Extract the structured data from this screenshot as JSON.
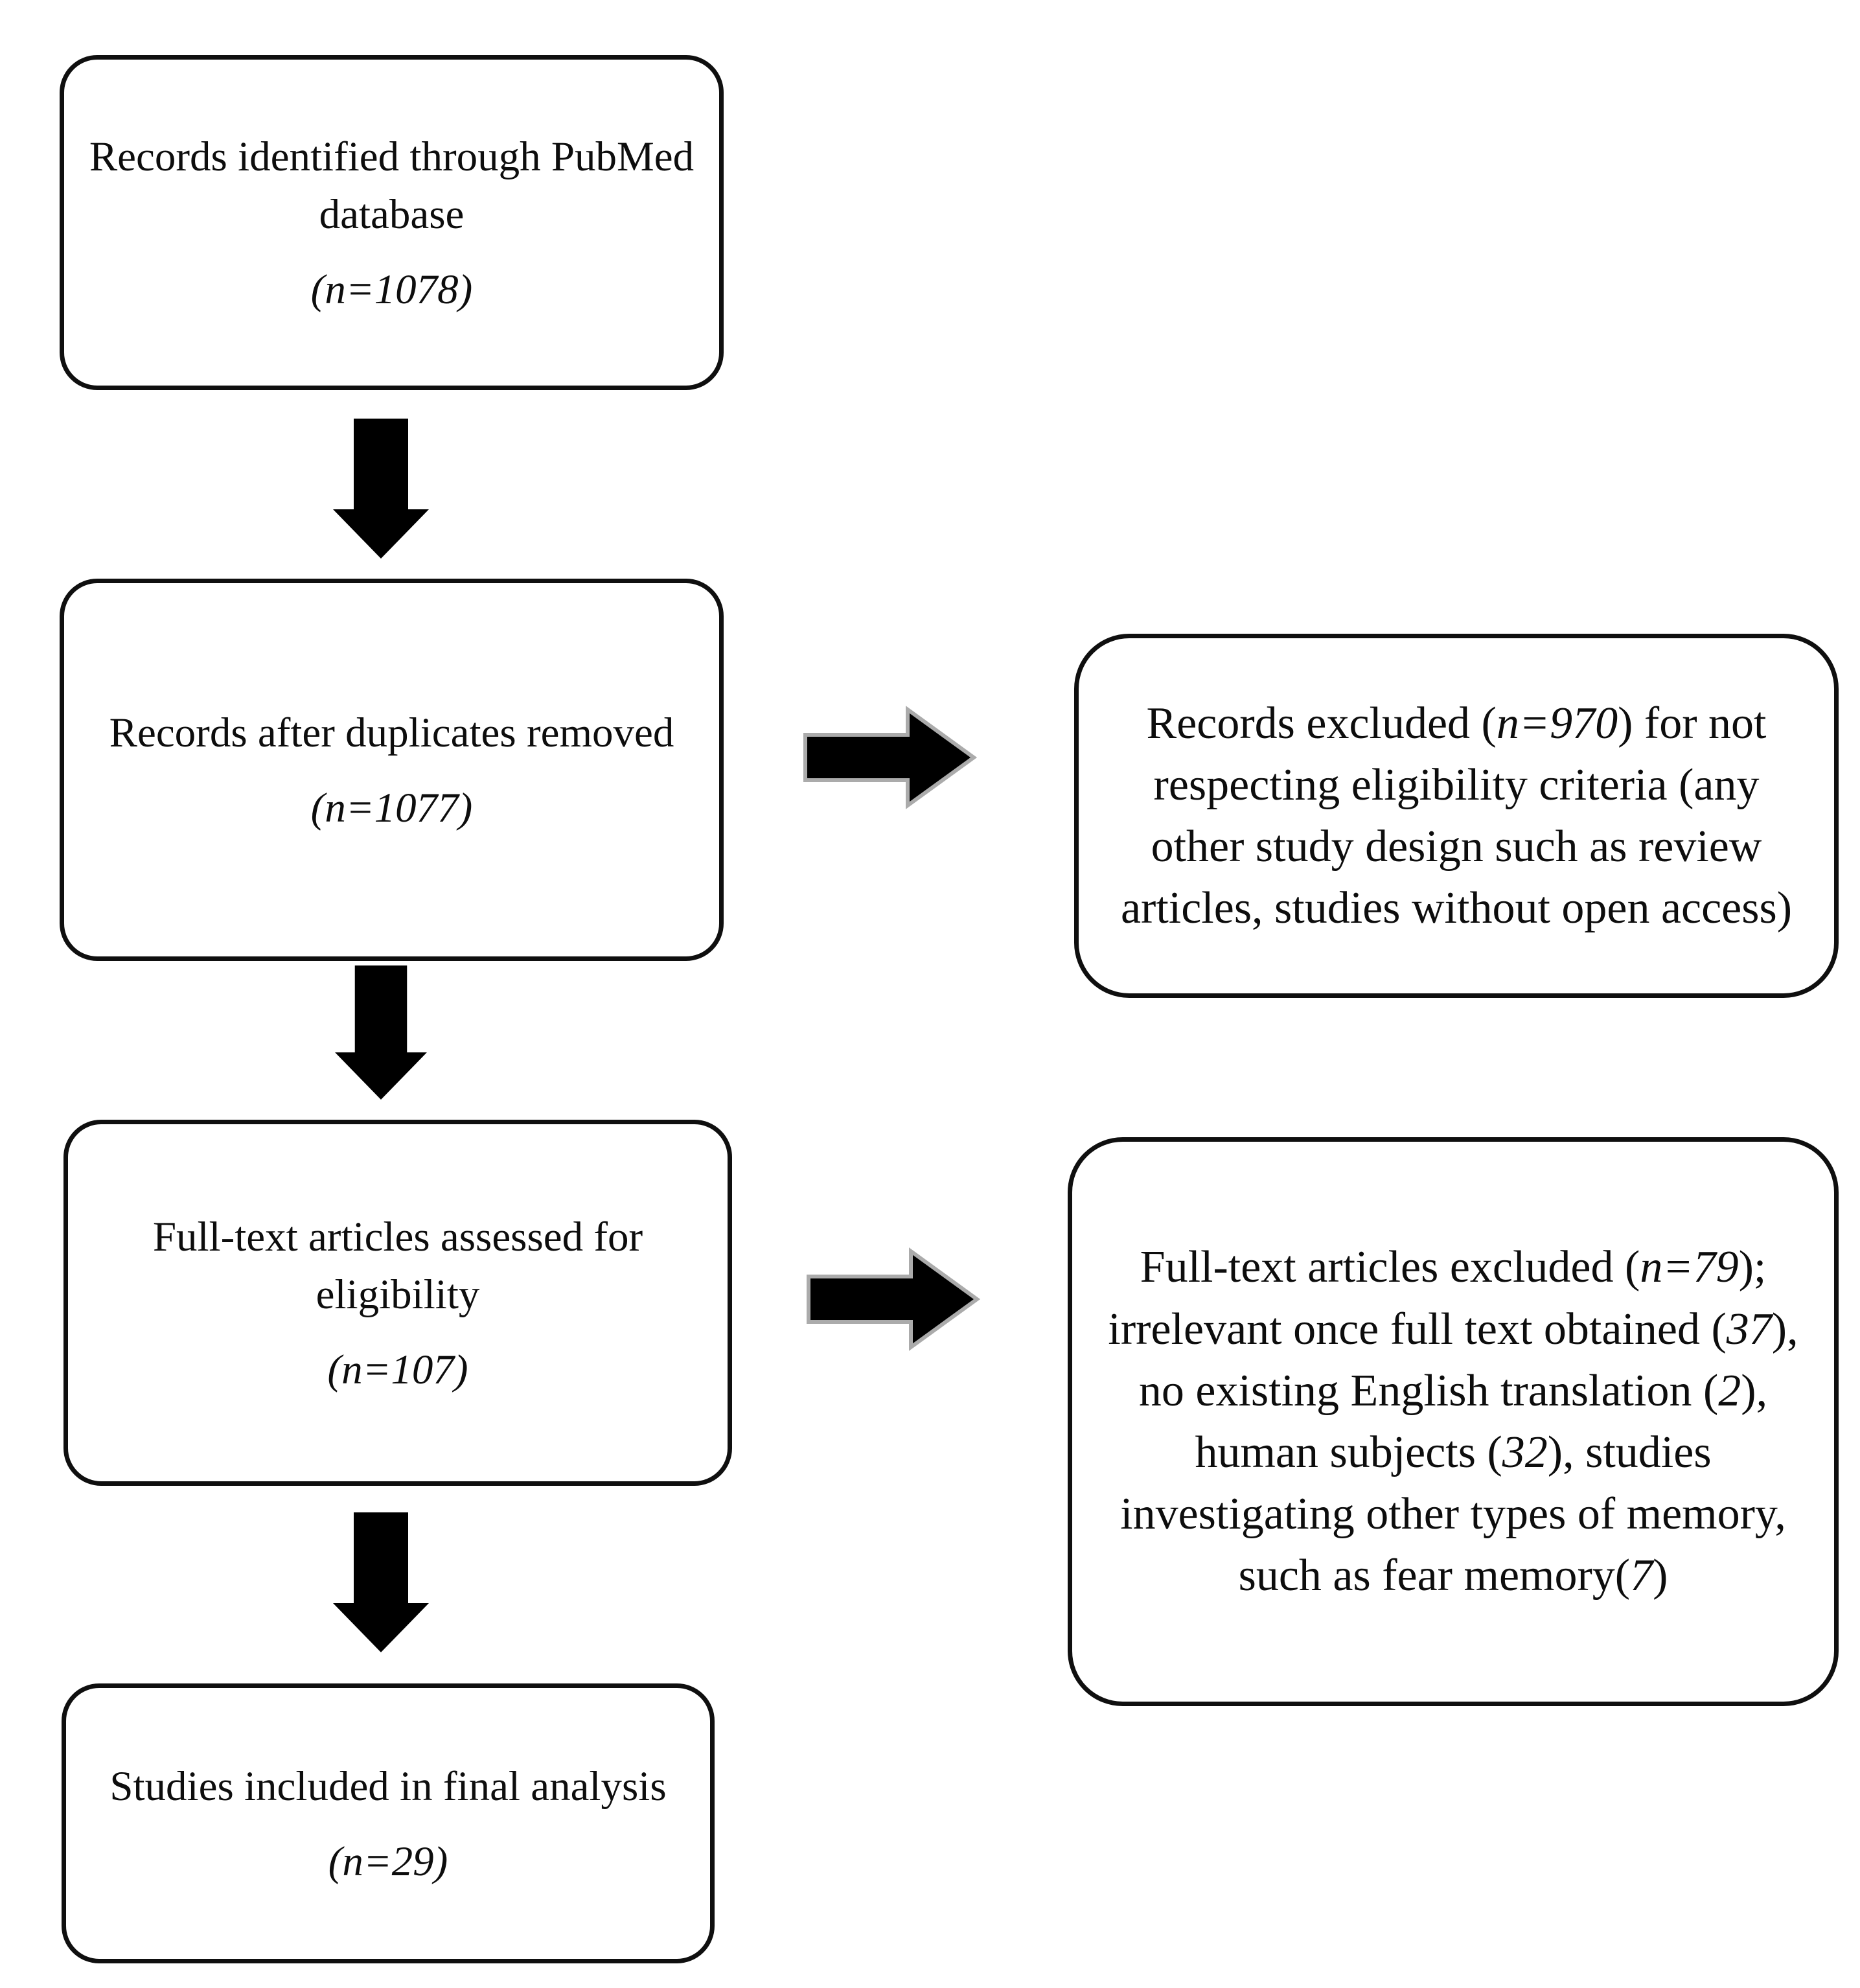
{
  "colors": {
    "background": "#ffffff",
    "text": "#0d0d0d",
    "border": "#0f0f0f",
    "arrow_fill": "#000000",
    "arrow_outline": "#ababab"
  },
  "flow": {
    "identification": {
      "title_runs": [
        {
          "text": "Records identified through PubMed database"
        }
      ],
      "count_runs": [
        {
          "text": "(n=1078)",
          "italic": true
        }
      ]
    },
    "deduplication": {
      "title_runs": [
        {
          "text": "Records after duplicates removed"
        }
      ],
      "count_runs": [
        {
          "text": "(n=1077)",
          "italic": true
        }
      ]
    },
    "eligibility": {
      "title_runs": [
        {
          "text": "Full-text articles assessed for eligibility"
        }
      ],
      "count_runs": [
        {
          "text": "(n=107)",
          "italic": true
        }
      ]
    },
    "included": {
      "title_runs": [
        {
          "text": "Studies included in final analysis"
        }
      ],
      "count_runs": [
        {
          "text": "(n=29)",
          "italic": true
        }
      ]
    },
    "records_excluded": {
      "body_runs": [
        {
          "text": "Records excluded ("
        },
        {
          "text": "n=970",
          "italic": true
        },
        {
          "text": ") for not respecting eligibility criteria (any other study design such as review articles, studies without open access)"
        }
      ]
    },
    "fulltext_excluded": {
      "body_runs": [
        {
          "text": "Full-text articles excluded ("
        },
        {
          "text": "n=79",
          "italic": true
        },
        {
          "text": "); irrelevant once full text obtained ("
        },
        {
          "text": "37",
          "italic": true
        },
        {
          "text": "), no existing English translation ("
        },
        {
          "text": "2",
          "italic": true
        },
        {
          "text": "), human subjects ("
        },
        {
          "text": "32",
          "italic": true
        },
        {
          "text": "), studies investigating other types of memory, such as fear memory("
        },
        {
          "text": "7",
          "italic": true
        },
        {
          "text": ")"
        }
      ]
    }
  }
}
